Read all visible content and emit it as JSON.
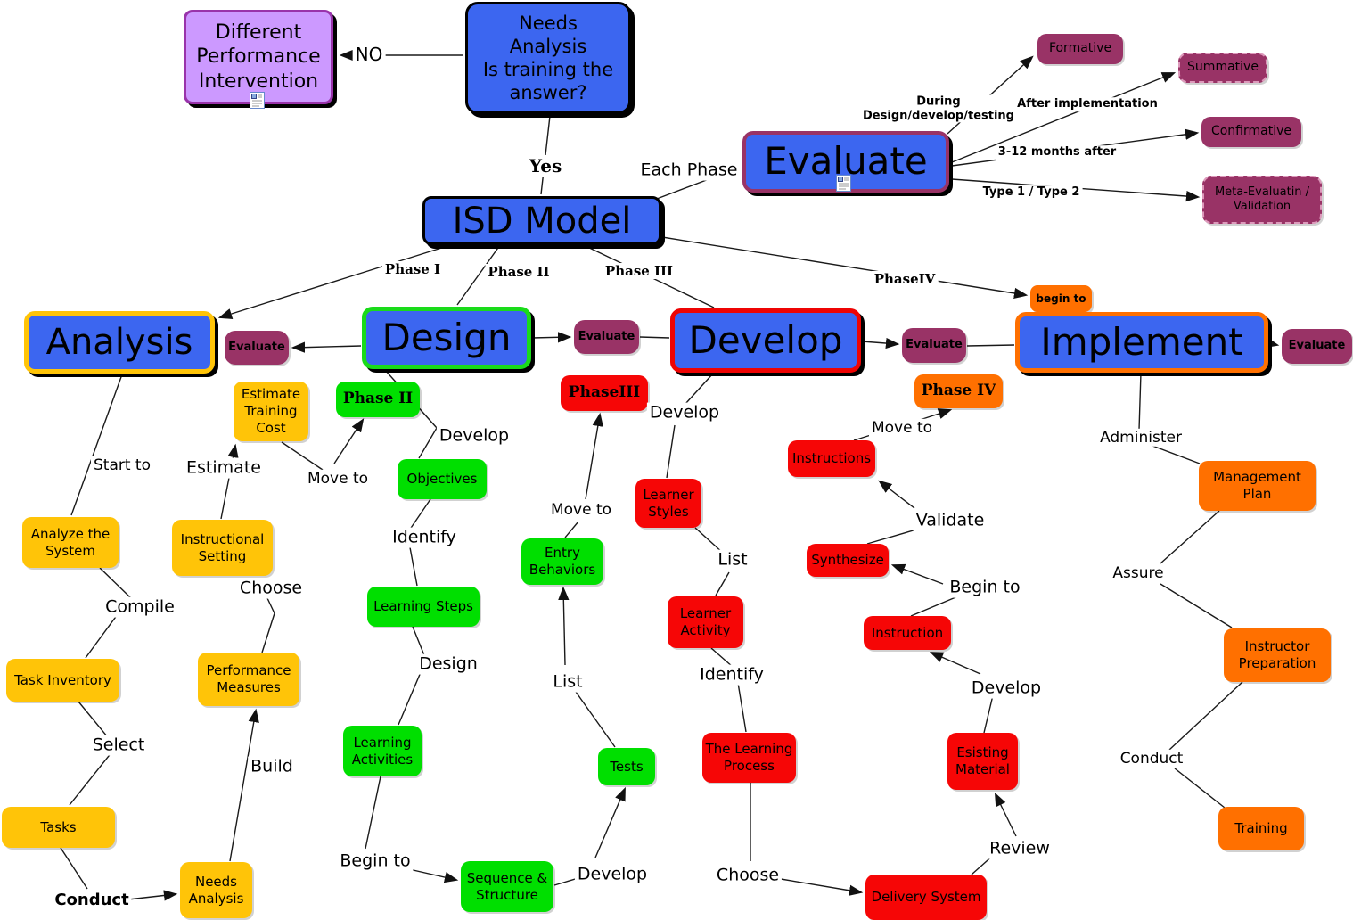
{
  "diagram": "ISD Model concept map",
  "colors": {
    "node_blue": "#3C66F0",
    "node_yellow": "#FFC408",
    "node_green": "#00DF00",
    "node_red": "#F60606",
    "node_orange": "#FF7000",
    "node_maroon": "#993366",
    "node_purple": "#CC99FF"
  },
  "nodes": {
    "different_performance": "Different\nPerformance\nIntervention",
    "needs_analysis_q": "Needs\nAnalysis\nIs training the\nanswer?",
    "evaluate_main": "Evaluate",
    "formative": "Formative",
    "summative": "Summative",
    "confirmative": "Confirmative",
    "meta_evaluation": "Meta-Evaluatin /\nValidation",
    "isd_model": "ISD Model",
    "analysis": "Analysis",
    "design": "Design",
    "develop": "Develop",
    "implement": "Implement",
    "evaluate_small_1": "Evaluate",
    "evaluate_small_2": "Evaluate",
    "evaluate_small_3": "Evaluate",
    "evaluate_small_4": "Evaluate",
    "begin_to_tab": "begin to",
    "estimate_training_cost": "Estimate\nTraining\nCost",
    "phase_ii_node": "Phase II",
    "analyze_the_system": "Analyze the\nSystem",
    "instructional_setting": "Instructional\nSetting",
    "task_inventory": "Task Inventory",
    "performance_measures": "Performance\nMeasures",
    "tasks": "Tasks",
    "needs_analysis": "Needs\nAnalysis",
    "objectives": "Objectives",
    "learning_steps": "Learning Steps",
    "learning_activities": "Learning\nActivities",
    "sequence_structure": "Sequence &\nStructure",
    "tests": "Tests",
    "entry_behaviors": "Entry\nBehaviors",
    "phase_iii_node": "PhaseIII",
    "learner_styles": "Learner\nStyles",
    "learner_activity": "Learner\nActivity",
    "the_learning_process": "The Learning\nProcess",
    "delivery_system": "Delivery System",
    "esisting_material": "Esisting\nMaterial",
    "instruction": "Instruction",
    "synthesize": "Synthesize",
    "instructions": "Instructions",
    "phase_iv_node": "Phase IV",
    "management_plan": "Management\nPlan",
    "instructor_preparation": "Instructor\nPreparation",
    "training": "Training"
  },
  "labels": {
    "no": "NO",
    "yes": "Yes",
    "each_phase": "Each Phase",
    "during": "During\nDesign/develop/testing",
    "after_implementation": "After implementation",
    "months_after": "3-12 months after",
    "type_1_type_2": "Type 1 / Type 2",
    "phase_i": "Phase I",
    "phase_ii": "Phase II",
    "phase_iii": "Phase III",
    "phase_iv": "PhaseIV",
    "start_to": "Start to",
    "estimate": "Estimate",
    "move_to_1": "Move to",
    "compile": "Compile",
    "choose_1": "Choose",
    "select": "Select",
    "build": "Build",
    "conduct_1": "Conduct",
    "develop_1": "Develop",
    "identify_1": "Identify",
    "design": "Design",
    "begin_to_1": "Begin to",
    "develop_2": "Develop",
    "list_1": "List",
    "move_to_2": "Move to",
    "develop_3": "Develop",
    "list_2": "List",
    "identify_2": "Identify",
    "choose_2": "Choose",
    "review": "Review",
    "develop_4": "Develop",
    "begin_to_2": "Begin to",
    "validate": "Validate",
    "move_to_3": "Move to",
    "administer": "Administer",
    "assure": "Assure",
    "conduct_2": "Conduct"
  }
}
